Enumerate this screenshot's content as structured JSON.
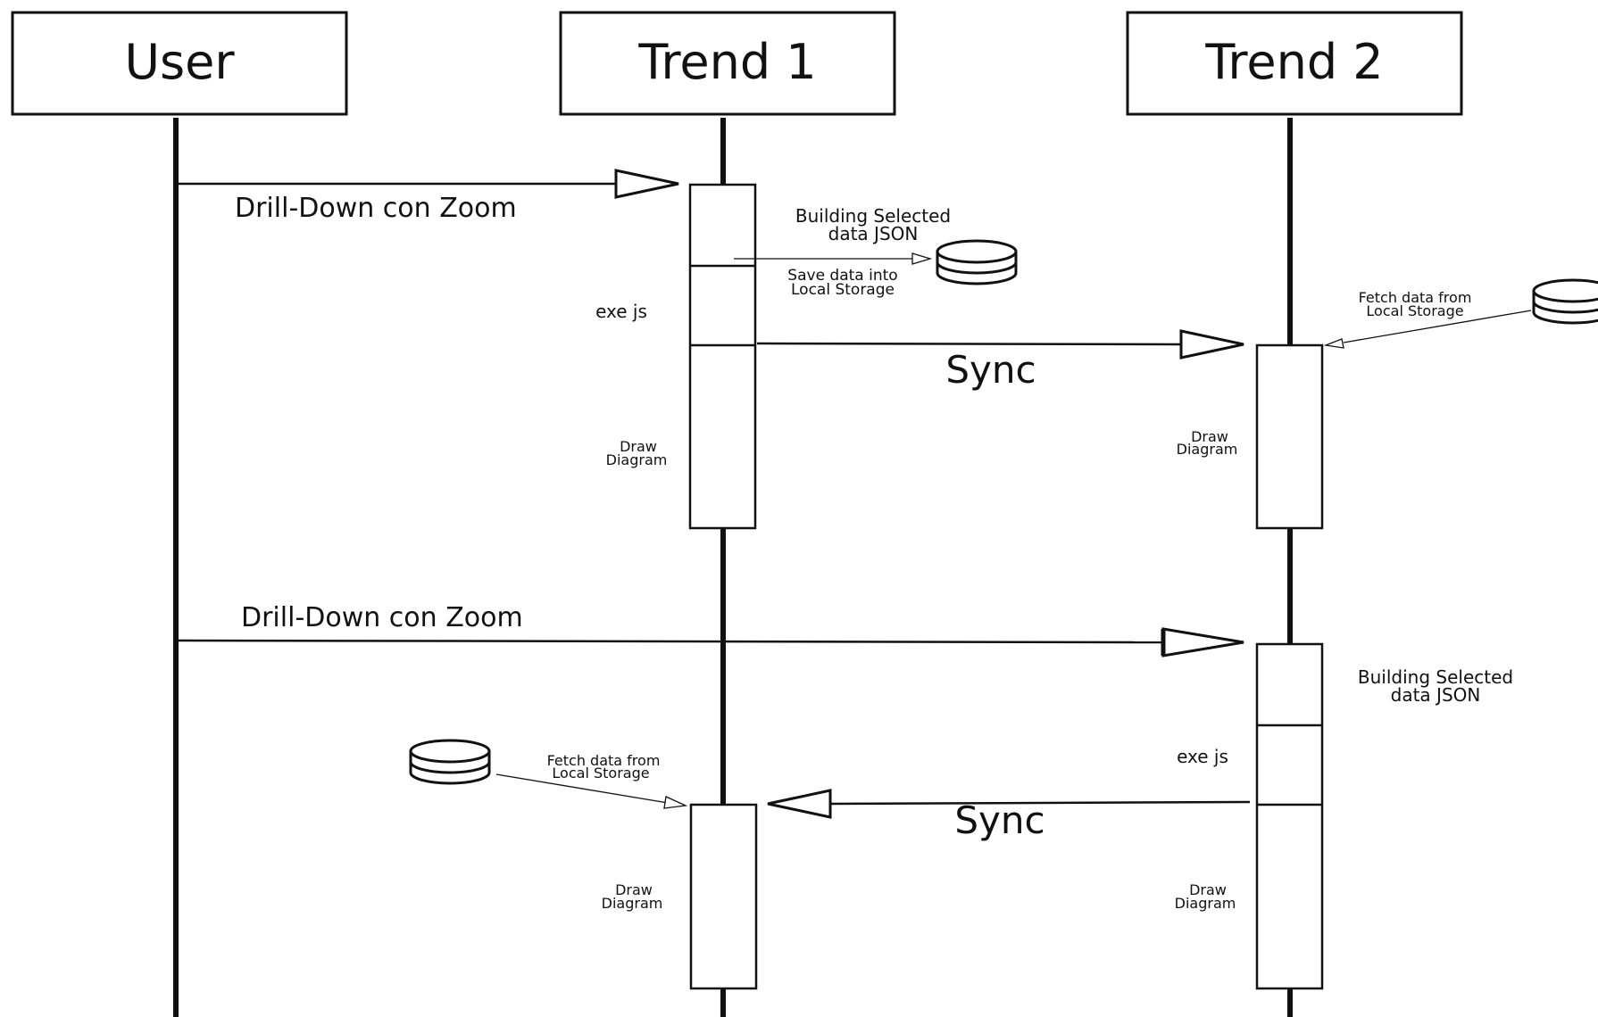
{
  "actors": {
    "user": "User",
    "trend1": "Trend 1",
    "trend2": "Trend 2"
  },
  "messages": {
    "drill_down_1": "Drill-Down con Zoom",
    "sync_1": "Sync",
    "drill_down_2": "Drill-Down con Zoom",
    "sync_2": "Sync"
  },
  "trend1_flow_1": {
    "building_line1": "Building Selected",
    "building_line2": "data JSON",
    "save_line1": "Save data into",
    "save_line2": "Local Storage",
    "exe_js": "exe js",
    "draw_line1": "Draw",
    "draw_line2": "Diagram"
  },
  "trend2_flow_1": {
    "fetch_line1": "Fetch data from",
    "fetch_line2": "Local Storage",
    "draw_line1": "Draw",
    "draw_line2": "Diagram"
  },
  "trend2_flow_2": {
    "building_line1": "Building Selected",
    "building_line2": "data JSON",
    "exe_js": "exe js",
    "draw_line1": "Draw",
    "draw_line2": "Diagram"
  },
  "trend1_flow_2": {
    "fetch_line1": "Fetch data from",
    "fetch_line2": "Local Storage",
    "draw_line1": "Draw",
    "draw_line2": "Diagram"
  }
}
